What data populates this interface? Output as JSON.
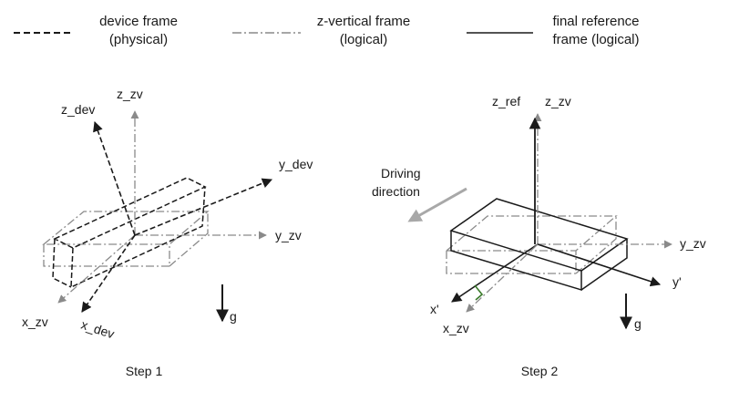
{
  "legend": [
    {
      "line1": "device frame",
      "line2": "(physical)",
      "style": "dashed"
    },
    {
      "line1": "z-vertical frame",
      "line2": "(logical)",
      "style": "dashdot"
    },
    {
      "line1": "final reference",
      "line2": "frame (logical)",
      "style": "solid"
    }
  ],
  "step1": {
    "caption": "Step 1",
    "labels": {
      "z_dev": "z_dev",
      "z_zv": "z_zv",
      "y_dev": "y_dev",
      "y_zv": "y_zv",
      "x_zv": "x_zv",
      "x_dev": "x_dev",
      "g": "g"
    }
  },
  "step2": {
    "caption": "Step 2",
    "labels": {
      "z_ref": "z_ref",
      "z_zv": "z_zv",
      "driving_line1": "Driving",
      "driving_line2": "direction",
      "y_zv": "y_zv",
      "y_prime": "y'",
      "x_prime": "x'",
      "x_zv": "x_zv",
      "g": "g"
    }
  },
  "colors": {
    "ink": "#1a1a1a",
    "zv": "#8a8a8a",
    "arrow_gray": "#a8a8a8",
    "right_angle": "#3a7a2a"
  }
}
